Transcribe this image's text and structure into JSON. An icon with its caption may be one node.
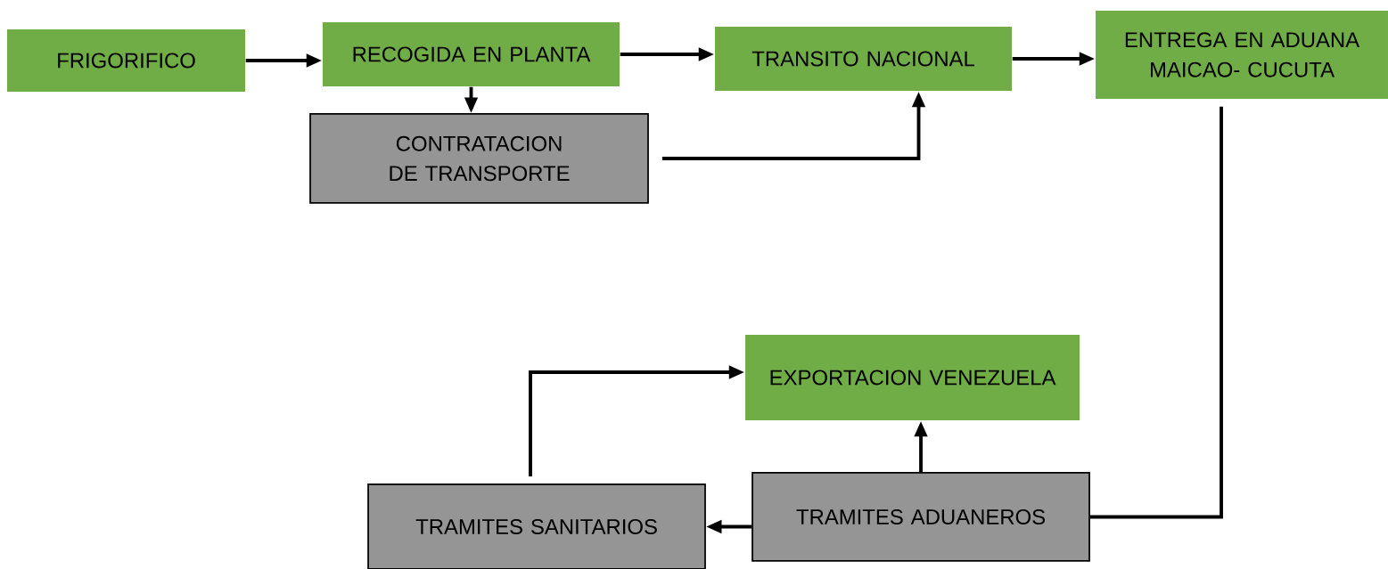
{
  "diagram": {
    "nodes": [
      {
        "text": [
          "FRIGORIFICO"
        ]
      },
      {
        "text": [
          "RECOGIDA EN PLANTA"
        ]
      },
      {
        "text": [
          "CONTRATACION DE TRANSPORTE"
        ]
      },
      {
        "text": [
          "TRANSITO NACIONAL"
        ]
      },
      {
        "text": [
          "ENTREGA EN ADUANA MAICAO- CUCUTA"
        ]
      },
      {
        "text": [
          "EXPORTACION VENEZUELA"
        ]
      },
      {
        "text": [
          "TRAMITES SANITARIOS"
        ]
      },
      {
        "text": [
          "TRAMITES ADUANEROS"
        ]
      }
    ],
    "edges": [
      {
        "from": 0,
        "to": 1,
        "arrow": "to"
      },
      {
        "from": 1,
        "to": 2,
        "arrow": "to"
      },
      {
        "from": 1,
        "to": 3,
        "arrow": "to"
      },
      {
        "from": 2,
        "to": 3,
        "arrow": "to"
      },
      {
        "from": 3,
        "to": 4,
        "arrow": "to"
      },
      {
        "from": 4,
        "to": 7,
        "arrow": "none"
      },
      {
        "from": 7,
        "to": 5,
        "arrow": "to"
      },
      {
        "from": 7,
        "to": 6,
        "arrow": "to"
      },
      {
        "from": 6,
        "to": 5,
        "arrow": "to"
      }
    ]
  }
}
